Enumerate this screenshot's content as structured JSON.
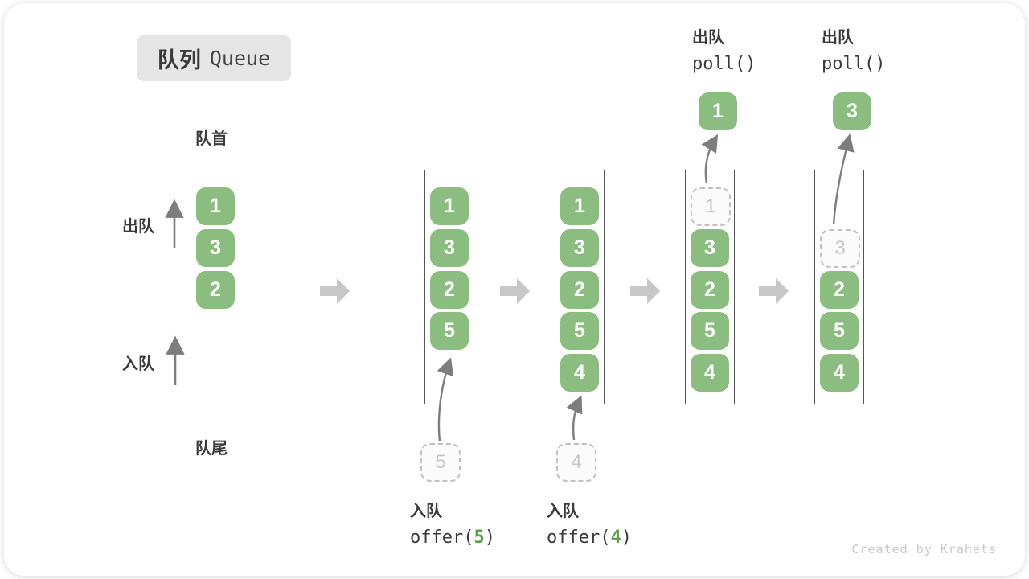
{
  "badge": {
    "zh": "队列",
    "en": "Queue"
  },
  "side_labels": {
    "front": "队首",
    "rear": "队尾",
    "dequeue": "出队",
    "enqueue": "入队"
  },
  "ops": {
    "enqueue5": {
      "label": "入队",
      "pre": "offer(",
      "arg": "5",
      "post": ")"
    },
    "enqueue4": {
      "label": "入队",
      "pre": "offer(",
      "arg": "4",
      "post": ")"
    },
    "poll1": {
      "label": "出队",
      "code": "poll()"
    },
    "poll2": {
      "label": "出队",
      "code": "poll()"
    }
  },
  "states": {
    "s1": {
      "boxes": [
        "1",
        "3",
        "2"
      ]
    },
    "s2": {
      "boxes": [
        "1",
        "3",
        "2",
        "5"
      ],
      "incoming": "5"
    },
    "s3": {
      "boxes": [
        "1",
        "3",
        "2",
        "5",
        "4"
      ],
      "incoming": "4"
    },
    "s4": {
      "dashed": "1",
      "boxes": [
        "3",
        "2",
        "5",
        "4"
      ],
      "polled": "1"
    },
    "s5": {
      "dashed": "3",
      "boxes": [
        "2",
        "5",
        "4"
      ],
      "polled": "3"
    }
  },
  "watermark": "Created by Krahets",
  "colors": {
    "item_green": "#8bbd80",
    "code_arg_green": "#5ea050",
    "dashed_border": "#c0c0c0",
    "wall_line": "#555555",
    "block_arrow": "#c7c7c7",
    "thin_arrow": "#7d7d7d",
    "badge_bg": "#e5e5e5",
    "text_dark": "#3a3a3a",
    "watermark_gray": "#c9c9c9"
  }
}
